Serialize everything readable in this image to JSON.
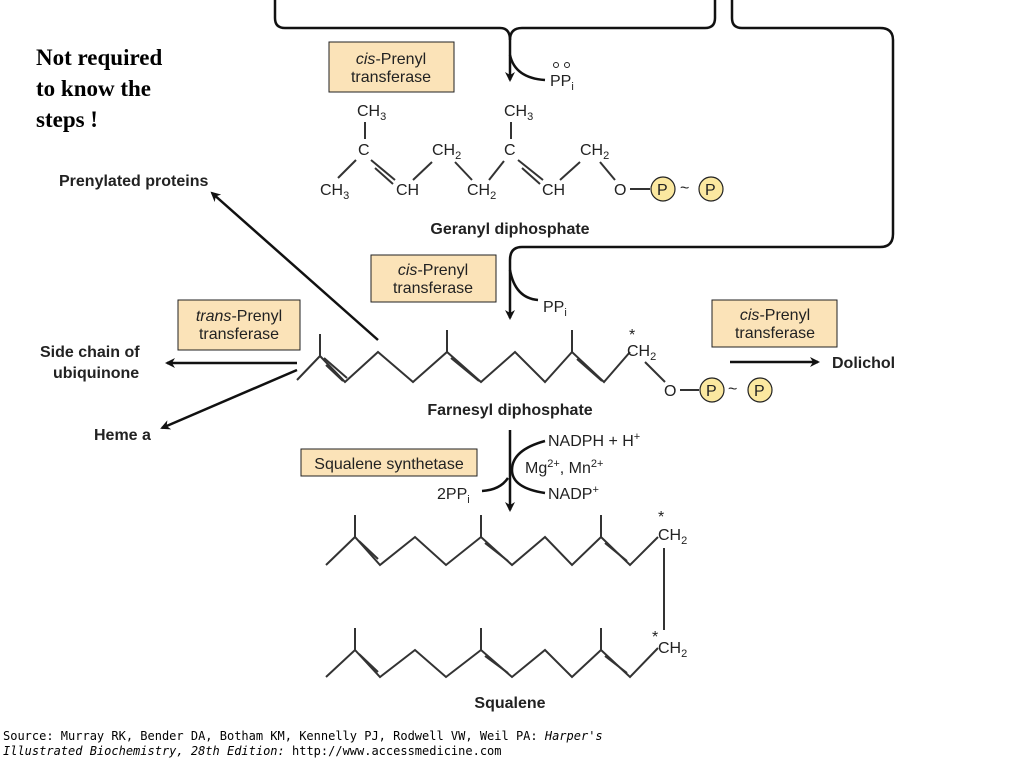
{
  "note": {
    "line1": "Not required",
    "line2": "to know the",
    "line3": "steps !"
  },
  "enzymes": {
    "cis_prenyl_1": {
      "italic": "cis",
      "rest": "-Prenyl",
      "line2": "transferase"
    },
    "cis_prenyl_2": {
      "italic": "cis",
      "rest": "-Prenyl",
      "line2": "transferase"
    },
    "cis_prenyl_3": {
      "italic": "cis",
      "rest": "-Prenyl",
      "line2": "transferase"
    },
    "trans_prenyl": {
      "italic": "trans",
      "rest": "-Prenyl",
      "line2": "transferase"
    },
    "squalene_synthetase": "Squalene synthetase"
  },
  "compounds": {
    "geranyl": "Geranyl diphosphate",
    "farnesyl": "Farnesyl diphosphate",
    "squalene": "Squalene"
  },
  "products": {
    "prenylated": "Prenylated proteins",
    "side_chain_1": "Side chain of",
    "side_chain_2": "ubiquinone",
    "heme_a": "Heme a",
    "dolichol": "Dolichol"
  },
  "byproducts": {
    "ppi_1": "PP",
    "ppi_2": "PP",
    "two_ppi": "2PP",
    "sub_i": "i",
    "nadph": "NADPH + H",
    "metals": "Mg",
    "nadp": "NADP"
  },
  "atoms": {
    "ch3": "CH",
    "ch2": "CH",
    "ch": "CH",
    "c": "C",
    "o": "O",
    "p": "P",
    "sub3": "3",
    "sub2": "2",
    "star": "*",
    "tilde": "~"
  },
  "source": {
    "prefix": "Source: Murray RK, Bender DA, Botham KM, Kennelly PJ, Rodwell VW, Weil PA: ",
    "title_part1": "Harper's",
    "title_part2": "Illustrated Biochemistry, 28th Edition:",
    "url": " http://www.accessmedicine.com"
  }
}
